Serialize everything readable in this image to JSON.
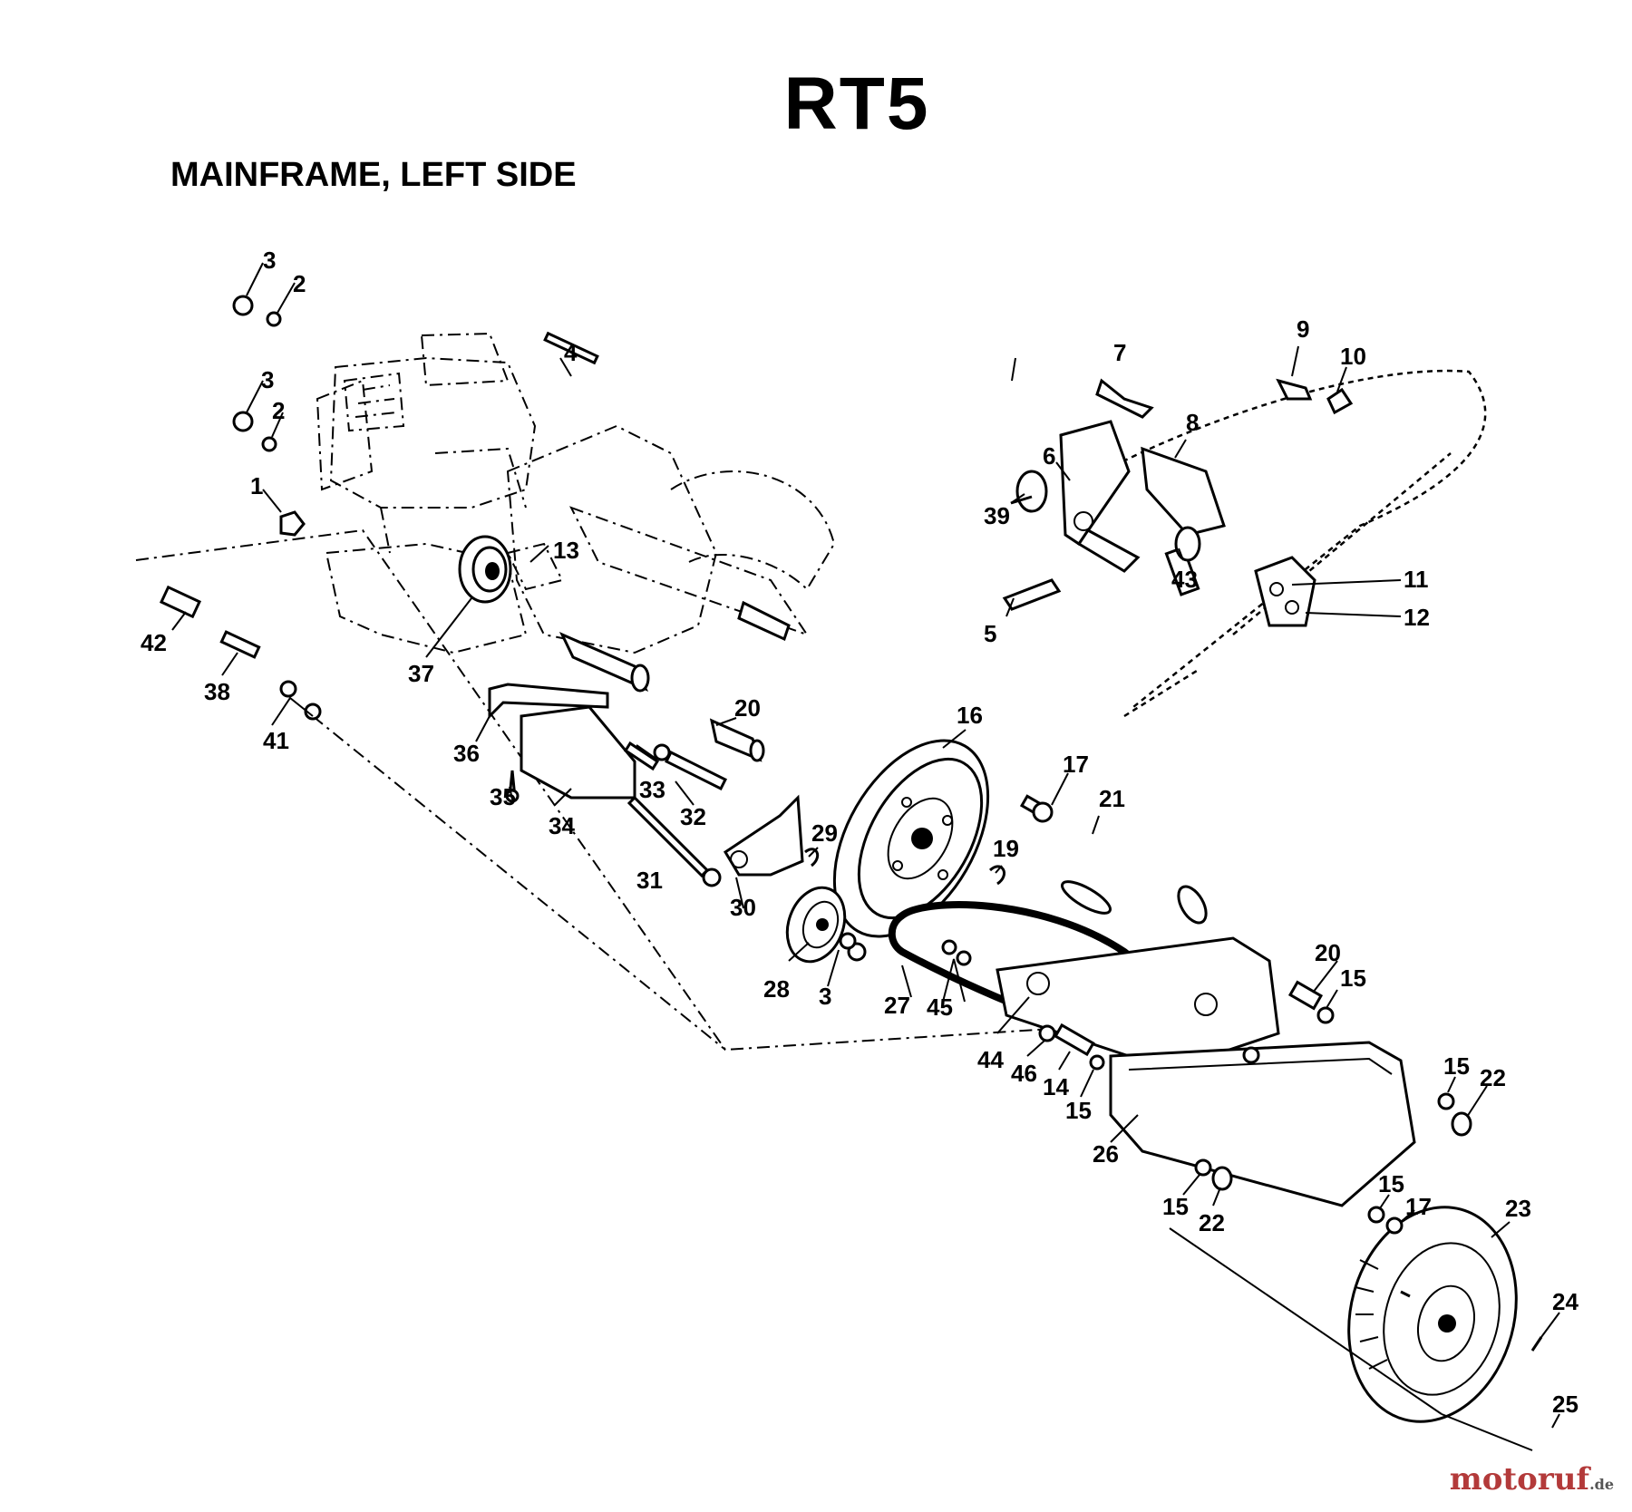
{
  "header": {
    "title": "RT5",
    "subtitle": "MAINFRAME, LEFT SIDE"
  },
  "watermark": {
    "text": "motoruf",
    "tld": ".de"
  },
  "callouts": [
    "1",
    "2",
    "2",
    "3",
    "3",
    "3",
    "4",
    "5",
    "6",
    "7",
    "8",
    "9",
    "10",
    "11",
    "12",
    "13",
    "14",
    "15",
    "15",
    "15",
    "15",
    "15",
    "16",
    "17",
    "17",
    "19",
    "20",
    "20",
    "21",
    "22",
    "22",
    "23",
    "24",
    "25",
    "26",
    "27",
    "28",
    "29",
    "30",
    "31",
    "32",
    "33",
    "34",
    "35",
    "36",
    "37",
    "38",
    "39",
    "41",
    "42",
    "43",
    "44",
    "45",
    "46"
  ]
}
